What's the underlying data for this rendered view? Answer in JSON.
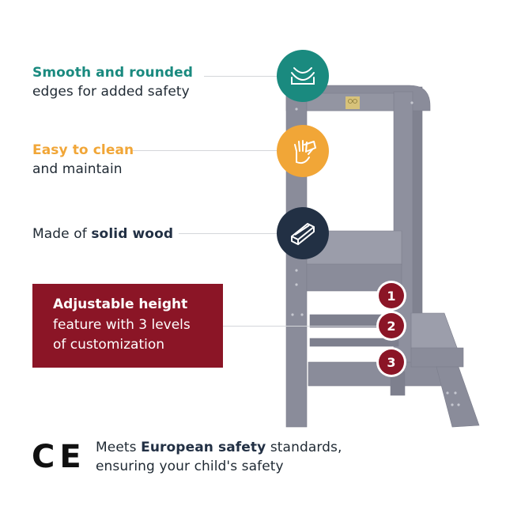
{
  "features": {
    "smooth": {
      "highlight": "Smooth and rounded",
      "rest": "edges for added safety",
      "color": "#1a8a7f",
      "icon": "rounded-edge-icon"
    },
    "clean": {
      "highlight": "Easy to clean",
      "rest": "and maintain",
      "color": "#f1a637",
      "icon": "wiping-hand-icon"
    },
    "wood": {
      "prefix": "Made of ",
      "highlight": "solid wood",
      "color": "#223044",
      "icon": "wood-planks-icon"
    }
  },
  "adjustable": {
    "title": "Adjustable height",
    "line2": "feature with 3 levels",
    "line3": "of customization",
    "color": "#8b1526",
    "levels": [
      "1",
      "2",
      "3"
    ]
  },
  "safety": {
    "mark": "CE",
    "pre": "Meets ",
    "bold": "European safety",
    "post": " standards,",
    "line2": "ensuring your child's safety"
  },
  "product": {
    "color": "#8a8c9a",
    "badge_color": "#d7c27a"
  }
}
